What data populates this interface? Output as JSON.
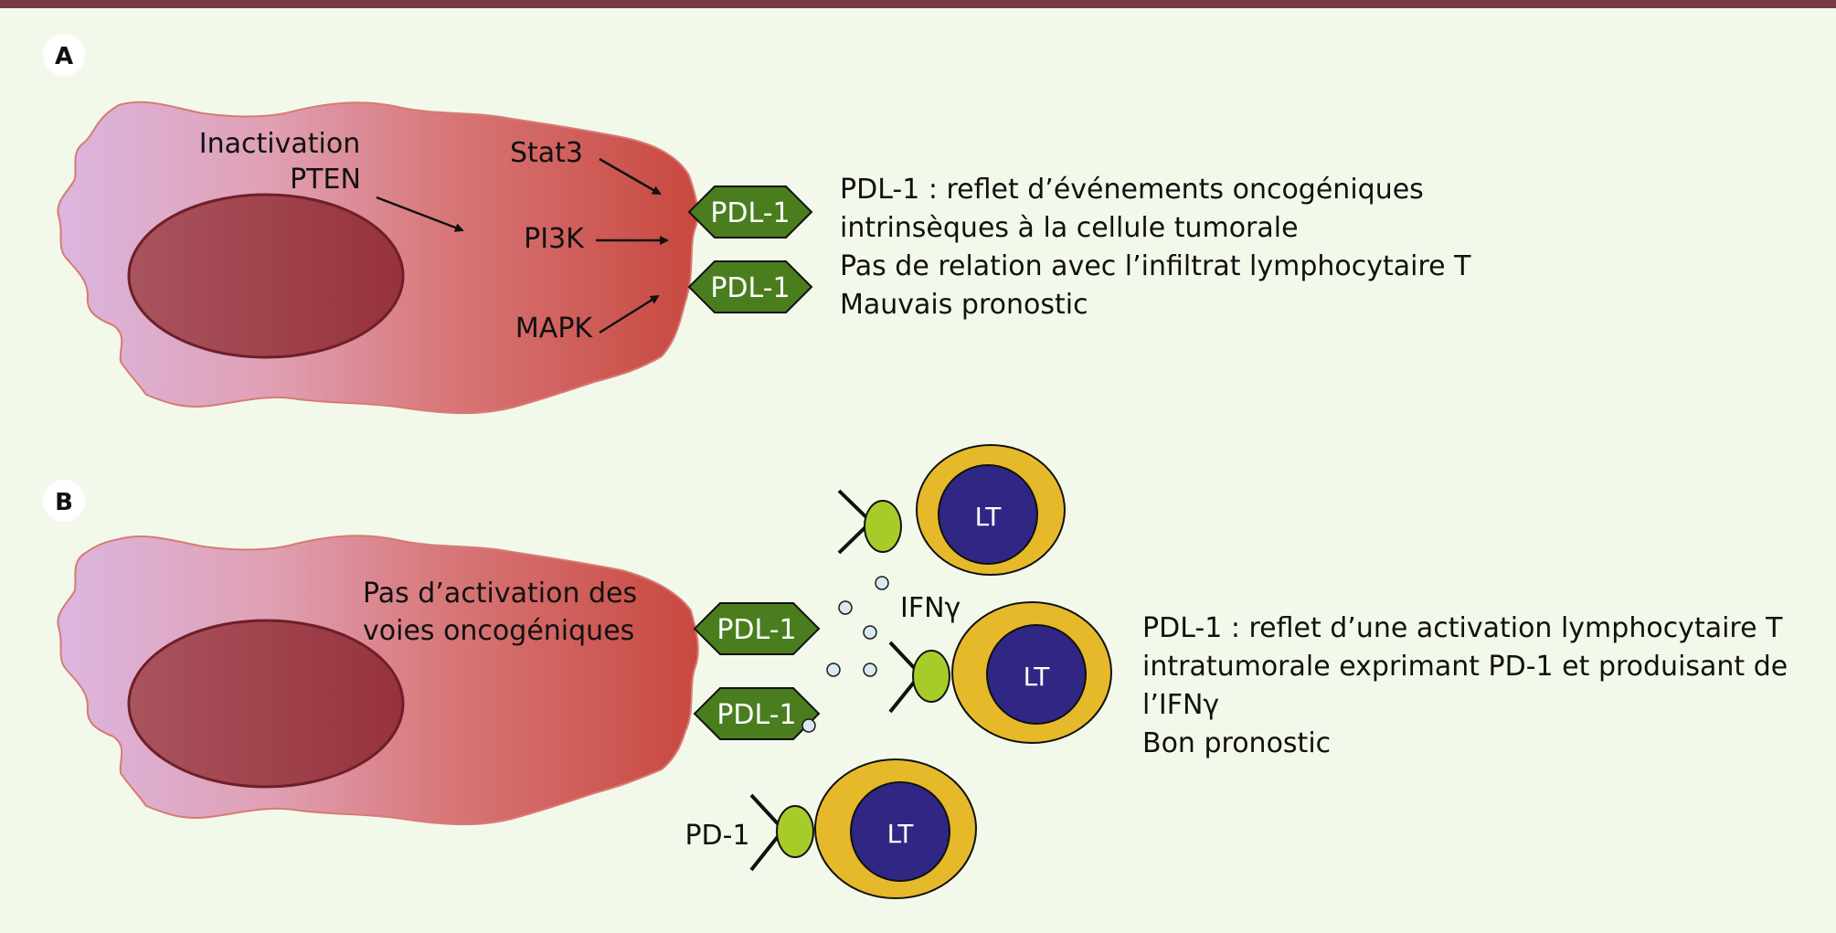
{
  "panel_a": {
    "letter": "A",
    "pathway_labels": {
      "inactivation_line1": "Inactivation",
      "inactivation_line2": "PTEN",
      "stat3": "Stat3",
      "pi3k": "PI3K",
      "mapk": "MAPK"
    },
    "receptor_labels": [
      "PDL-1",
      "PDL-1"
    ],
    "description": [
      "PDL-1 : reflet d’événements oncogéniques",
      "intrinsèques à la cellule tumorale",
      "Pas de relation avec l’infiltrat lymphocytaire T",
      "Mauvais pronostic"
    ]
  },
  "panel_b": {
    "letter": "B",
    "cell_text_line1": "Pas d’activation des",
    "cell_text_line2": "voies oncogéniques",
    "receptor_labels": [
      "PDL-1",
      "PDL-1"
    ],
    "lymphocyte_label": "LT",
    "cytokine_label": "IFNγ",
    "pd1_label": "PD-1",
    "description": [
      "PDL-1 : reflet d’une activation lymphocytaire T",
      "intratumorale exprimant PD-1 et produisant de",
      "l’IFNγ",
      "Bon pronostic"
    ]
  },
  "colors": {
    "top_bar": "#7a3a45",
    "background": "#f3f9ea",
    "cell_gradient_left": "#dcb6e0",
    "cell_gradient_mid": "#e08a8a",
    "cell_gradient_right": "#c84b45",
    "cell_outline": "#d77b73",
    "nucleus": "#993b44",
    "nucleus_outline": "#6e1f29",
    "pdl1_fill": "#4a7d1e",
    "lt_outer": "#e6b92b",
    "lt_inner": "#2f2783",
    "receptor_green": "#a7cc2a",
    "dot_fill": "#d8e9ef"
  }
}
